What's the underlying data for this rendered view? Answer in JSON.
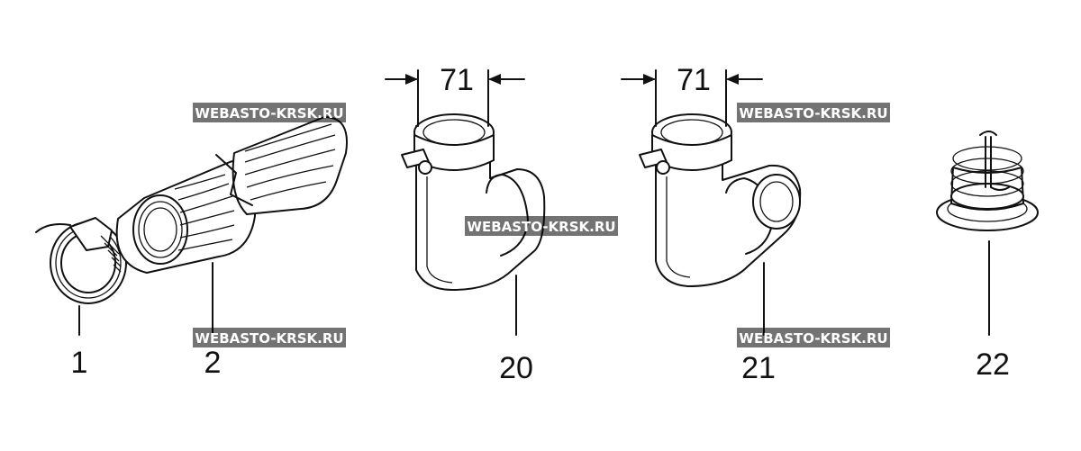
{
  "parts": [
    {
      "number": "1",
      "icon": "hose-clamp-icon"
    },
    {
      "number": "2",
      "icon": "flexible-hose-icon"
    },
    {
      "number": "20",
      "icon": "elbow-pipe-icon"
    },
    {
      "number": "21",
      "icon": "elbow-pipe-icon"
    },
    {
      "number": "22",
      "icon": "protective-grille-icon"
    }
  ],
  "dimensions": {
    "part20_diameter": "71",
    "part21_diameter": "71"
  },
  "watermarks": [
    "WEBASTO-KRSK.RU",
    "WEBASTO-KRSK.RU",
    "WEBASTO-KRSK.RU",
    "WEBASTO-KRSK.RU",
    "WEBASTO-KRSK.RU"
  ],
  "colors": {
    "line": "#111111",
    "background": "#ffffff",
    "watermark_text": "#ffffff"
  }
}
